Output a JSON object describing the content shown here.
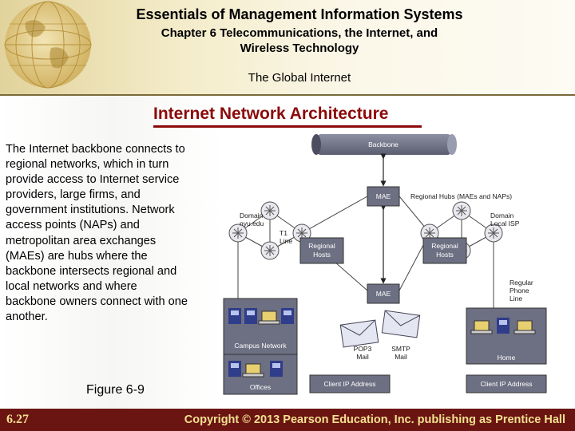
{
  "header": {
    "title": "Essentials of Management Information Systems",
    "chapter_line1": "Chapter 6 Telecommunications, the Internet, and",
    "chapter_line2": "Wireless Technology",
    "section": "The Global Internet"
  },
  "slide": {
    "title": "Internet Network Architecture",
    "body": "The Internet backbone connects to regional networks, which in turn provide access to Internet service providers, large firms, and government institutions. Network access points (NAPs) and metropolitan area exchanges (MAEs) are hubs where the backbone intersects regional and local networks and where backbone owners connect with one another.",
    "figure_label": "Figure 6-9"
  },
  "diagram": {
    "backbone": "Backbone",
    "mae_top": "MAE",
    "regional_hubs": "Regional Hubs (MAEs and NAPs)",
    "mae_bottom": "MAE",
    "domain_left_line1": "Domain",
    "domain_left_line2": "nyu.edu",
    "t1_line1": "T1",
    "t1_line2": "Line",
    "regional_hosts_left_line1": "Regional",
    "regional_hosts_left_line2": "Hosts",
    "regional_hosts_right_line1": "Regional",
    "regional_hosts_right_line2": "Hosts",
    "domain_right_line1": "Domain",
    "domain_right_line2": "Local ISP",
    "regular_phone_line1": "Regular",
    "regular_phone_line2": "Phone",
    "regular_phone_line3": "Line",
    "campus_network": "Campus Network",
    "offices": "Offices",
    "pop3_line1": "POP3",
    "pop3_line2": "Mail",
    "smtp_line1": "SMTP",
    "smtp_line2": "Mail",
    "home": "Home",
    "client_ip_left": "Client IP Address",
    "client_ip_right": "Client IP Address"
  },
  "footer": {
    "slide_number": "6.27",
    "copyright": "Copyright © 2013 Pearson Education, Inc. publishing as Prentice Hall"
  },
  "colors": {
    "title_red": "#8b0a0a",
    "footer_bg": "#6b1512",
    "footer_text": "#f2e090",
    "box_gray": "#6d6f82",
    "icon_blue": "#2f3d8a"
  }
}
